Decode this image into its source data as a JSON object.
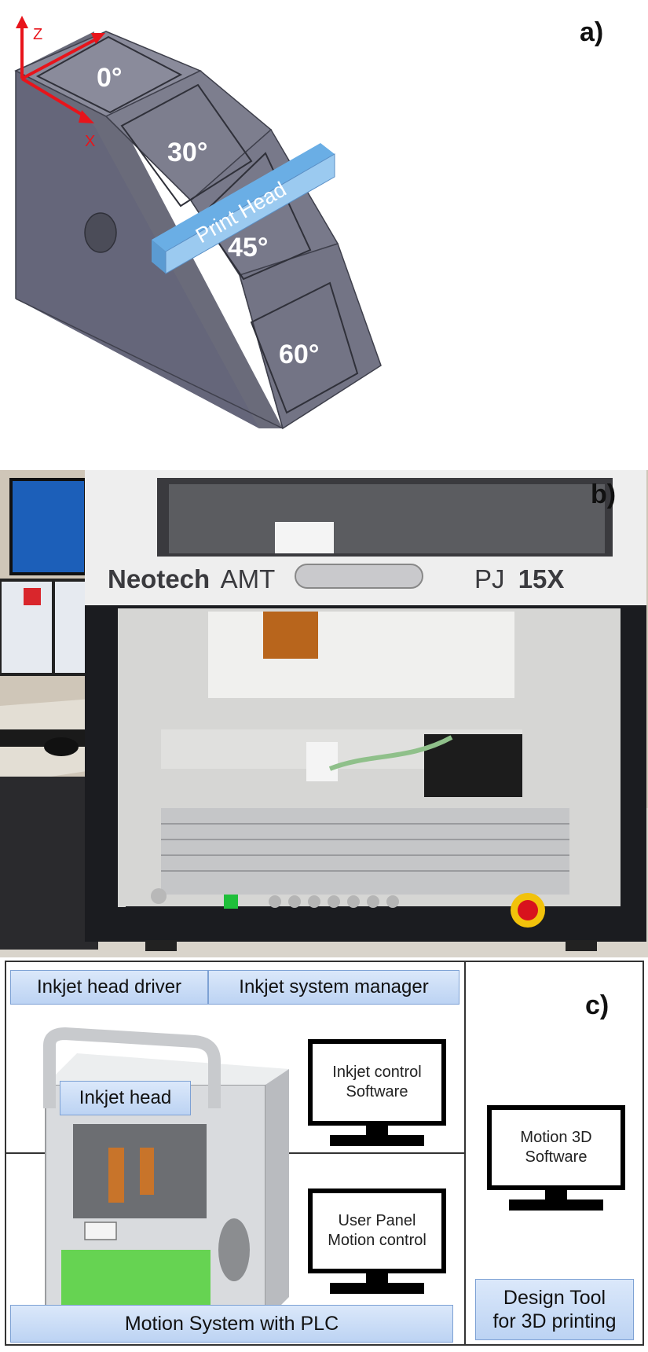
{
  "panel_a": {
    "label": "a)",
    "axes": {
      "z": "Z",
      "x": "X"
    },
    "angles": [
      "0°",
      "30°",
      "45°",
      "60°"
    ],
    "print_head": "Print Head",
    "colors": {
      "block_light": "#8e8f9e",
      "block_mid": "#757686",
      "block_dark": "#5d5e6c",
      "axis": "#e8141b",
      "head": "#8fc3ec"
    }
  },
  "panel_b": {
    "label": "b)",
    "brand_bold": "Neotech",
    "brand_light": "AMT",
    "model_light": "PJ",
    "model_bold": "15X"
  },
  "panel_c": {
    "label": "c)",
    "inkjet_head_driver": "Inkjet head driver",
    "inkjet_system_manager": "Inkjet system manager",
    "inkjet_head": "Inkjet head",
    "motion_system": "Motion System with PLC",
    "design_tool": "Design Tool\nfor 3D printing",
    "monitor_inkjet": "Inkjet control\nSoftware",
    "monitor_user": "User Panel\nMotion control",
    "monitor_motion3d": "Motion 3D\nSoftware"
  }
}
